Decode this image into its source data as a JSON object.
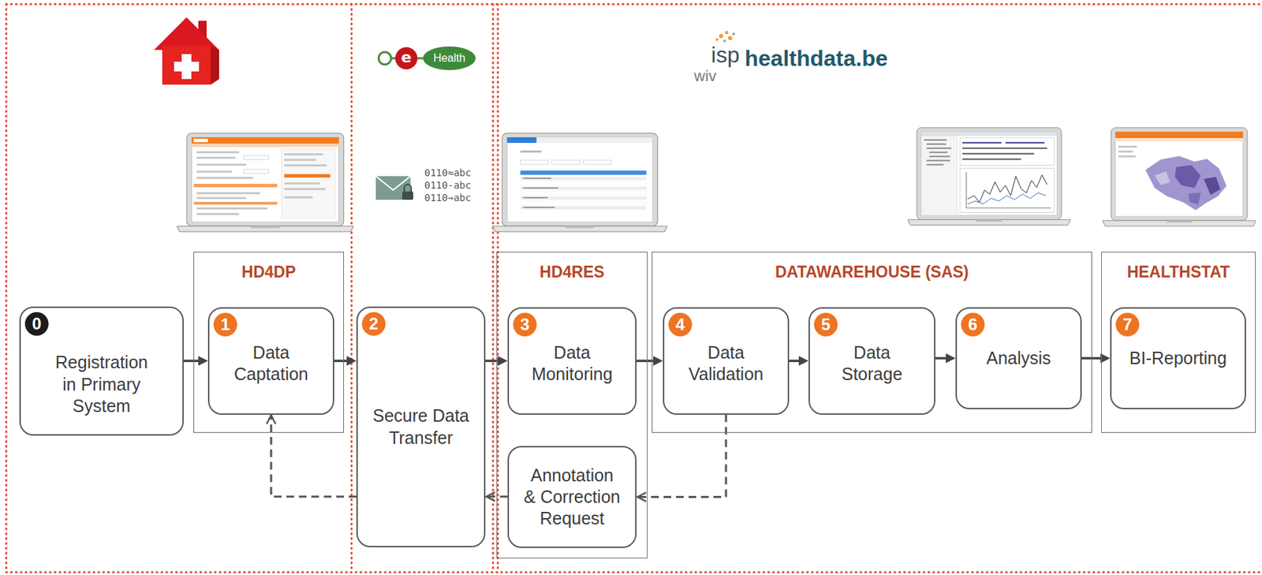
{
  "diagram": {
    "nodes": [
      {
        "text": [
          "0",
          "Registration in Primary System"
        ]
      },
      {
        "text": [
          "HD4DP"
        ]
      },
      {
        "text": [
          "1",
          "Data Captation"
        ],
        "in": 1
      },
      {
        "text": [
          "2",
          "Secure Data Transfer"
        ]
      },
      {
        "text": [
          "HD4RES"
        ]
      },
      {
        "text": [
          "3",
          "Data Monitoring"
        ],
        "in": 4
      },
      {
        "text": [
          "Annotation & Correction Request"
        ],
        "in": 4
      },
      {
        "text": [
          "DATAWAREHOUSE (SAS)"
        ]
      },
      {
        "text": [
          "4",
          "Data Validation"
        ],
        "in": 7
      },
      {
        "text": [
          "5",
          "Data Storage"
        ],
        "in": 7
      },
      {
        "text": [
          "6",
          "Analysis"
        ],
        "in": 7
      },
      {
        "text": [
          "HEALTHSTAT"
        ]
      },
      {
        "text": [
          "7",
          "BI-Reporting"
        ],
        "in": 11
      }
    ],
    "edges": [
      {
        "from": 0,
        "to": 2,
        "arrow": "to"
      },
      {
        "from": 2,
        "to": 3,
        "arrow": "to"
      },
      {
        "from": 3,
        "to": 5,
        "arrow": "to"
      },
      {
        "from": 5,
        "to": 8,
        "arrow": "to"
      },
      {
        "from": 8,
        "to": 9,
        "arrow": "to"
      },
      {
        "from": 9,
        "to": 10,
        "arrow": "to"
      },
      {
        "from": 10,
        "to": 12,
        "arrow": "to"
      },
      {
        "from": 8,
        "to": 6,
        "arrow": "to"
      },
      {
        "from": 6,
        "to": 3,
        "arrow": "to"
      },
      {
        "from": 3,
        "to": 2,
        "arrow": "to"
      }
    ],
    "labels": [
      "e",
      "Health",
      "isp",
      "wiv",
      "healthdata.be",
      "0110≈abc",
      "0110-abc",
      "0110⇒abc"
    ]
  }
}
